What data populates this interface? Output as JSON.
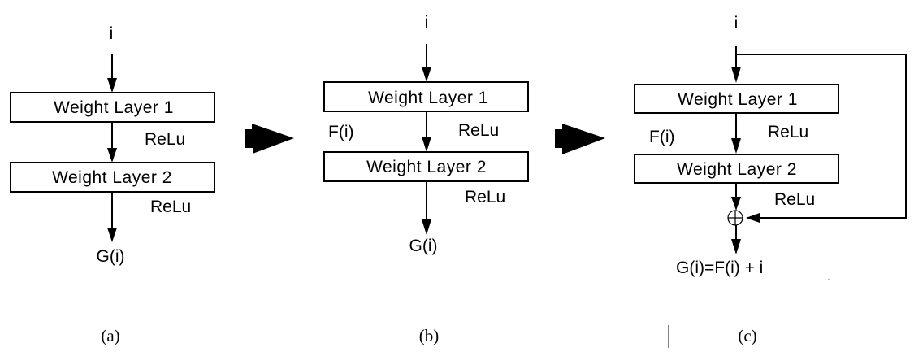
{
  "panels": [
    {
      "id": "a",
      "caption": "(a)",
      "input_label": "i",
      "layer1": "Weight Layer 1",
      "layer2": "Weight Layer 2",
      "relu1": "ReLu",
      "relu2": "ReLu",
      "output_label": "G(i)"
    },
    {
      "id": "b",
      "caption": "(b)",
      "input_label": "i",
      "layer1": "Weight Layer 1",
      "layer2": "Weight Layer 2",
      "function_label": "F(i)",
      "relu1": "ReLu",
      "relu2": "ReLu",
      "output_label": "G(i)"
    },
    {
      "id": "c",
      "caption": "(c)",
      "input_label": "i",
      "layer1": "Weight Layer 1",
      "layer2": "Weight Layer 2",
      "function_label": "F(i)",
      "relu1": "ReLu",
      "relu2": "ReLu",
      "sum_symbol": "⊕",
      "output_label": "G(i)=F(i)  + i"
    }
  ],
  "transition_arrows": [
    "a-to-b",
    "b-to-c"
  ]
}
